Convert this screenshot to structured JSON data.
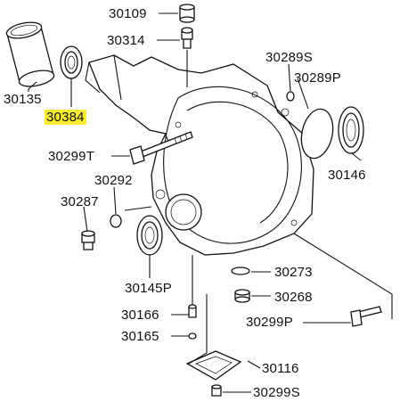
{
  "highlight_color": "#f7ec32",
  "line_color": "#111111",
  "parts": [
    {
      "id": "p30109",
      "label": "30109",
      "highlighted": false
    },
    {
      "id": "p30314",
      "label": "30314",
      "highlighted": false
    },
    {
      "id": "p30289S",
      "label": "30289S",
      "highlighted": false
    },
    {
      "id": "p30289P",
      "label": "30289P",
      "highlighted": false
    },
    {
      "id": "p30135",
      "label": "30135",
      "highlighted": false
    },
    {
      "id": "p30384",
      "label": "30384",
      "highlighted": true
    },
    {
      "id": "p30299T",
      "label": "30299T",
      "highlighted": false
    },
    {
      "id": "p30146",
      "label": "30146",
      "highlighted": false
    },
    {
      "id": "p30292",
      "label": "30292",
      "highlighted": false
    },
    {
      "id": "p30287",
      "label": "30287",
      "highlighted": false
    },
    {
      "id": "p30273",
      "label": "30273",
      "highlighted": false
    },
    {
      "id": "p30145P",
      "label": "30145P",
      "highlighted": false
    },
    {
      "id": "p30268",
      "label": "30268",
      "highlighted": false
    },
    {
      "id": "p30166",
      "label": "30166",
      "highlighted": false
    },
    {
      "id": "p30299P",
      "label": "30299P",
      "highlighted": false
    },
    {
      "id": "p30165",
      "label": "30165",
      "highlighted": false
    },
    {
      "id": "p30116",
      "label": "30116",
      "highlighted": false
    },
    {
      "id": "p30299S",
      "label": "30299S",
      "highlighted": false
    }
  ]
}
